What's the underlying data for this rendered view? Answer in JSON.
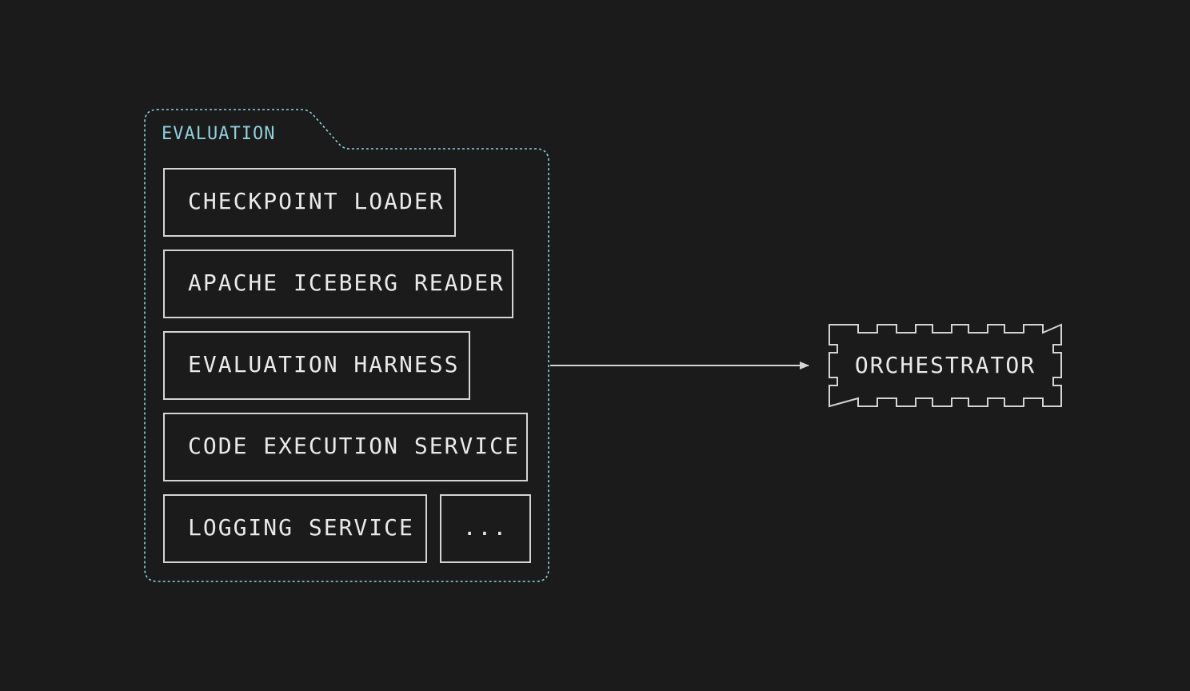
{
  "colors": {
    "background": "#1b1b1b",
    "group_outline": "#8fd0dc",
    "group_label": "#8fd0dc",
    "box_outline": "#d4d4d4",
    "text": "#e9e9e9",
    "arrow": "#d4d4d4"
  },
  "group": {
    "label": "EVALUATION",
    "services": [
      {
        "label": "CHECKPOINT LOADER"
      },
      {
        "label": "APACHE ICEBERG READER"
      },
      {
        "label": "EVALUATION HARNESS"
      },
      {
        "label": "CODE EXECUTION SERVICE"
      },
      {
        "label": "LOGGING SERVICE"
      },
      {
        "label": "..."
      }
    ]
  },
  "target": {
    "label": "ORCHESTRATOR"
  },
  "edges": [
    {
      "from": "EVALUATION",
      "to": "ORCHESTRATOR"
    }
  ]
}
